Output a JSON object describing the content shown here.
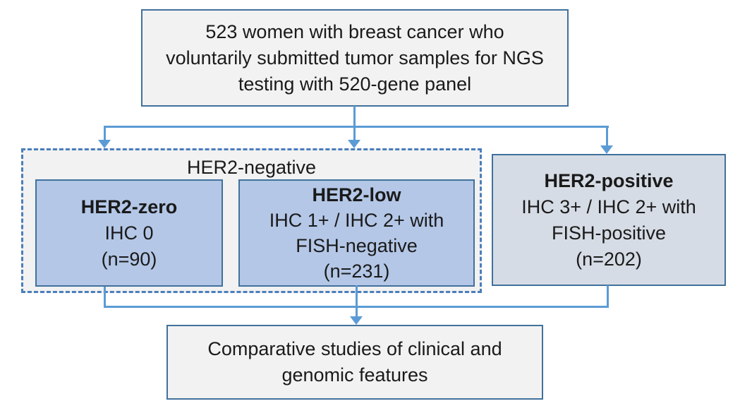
{
  "colors": {
    "connector": "#5b9bd5",
    "box_border": "#41719c",
    "dashed_border": "#4a7ebc",
    "light_fill": "#f2f2f2",
    "blue_fill": "#b4c7e7",
    "bluegray_fill": "#d6dce5",
    "text": "#1a1a1a",
    "background": "#ffffff"
  },
  "flowchart": {
    "top_box": {
      "lines": [
        "523 women with breast cancer who",
        "voluntarily submitted tumor samples for NGS",
        "testing with 520-gene panel"
      ]
    },
    "her2_negative_group": {
      "label": "HER2-negative"
    },
    "her2_zero_box": {
      "title": "HER2-zero",
      "lines": [
        "IHC 0",
        "(n=90)"
      ]
    },
    "her2_low_box": {
      "title": "HER2-low",
      "lines": [
        "IHC 1+ / IHC 2+ with",
        "FISH-negative",
        "(n=231)"
      ]
    },
    "her2_positive_box": {
      "title": "HER2-positive",
      "lines": [
        "IHC 3+ / IHC 2+ with",
        "FISH-positive",
        "(n=202)"
      ]
    },
    "bottom_box": {
      "lines": [
        "Comparative studies of clinical and",
        "genomic features"
      ]
    }
  }
}
